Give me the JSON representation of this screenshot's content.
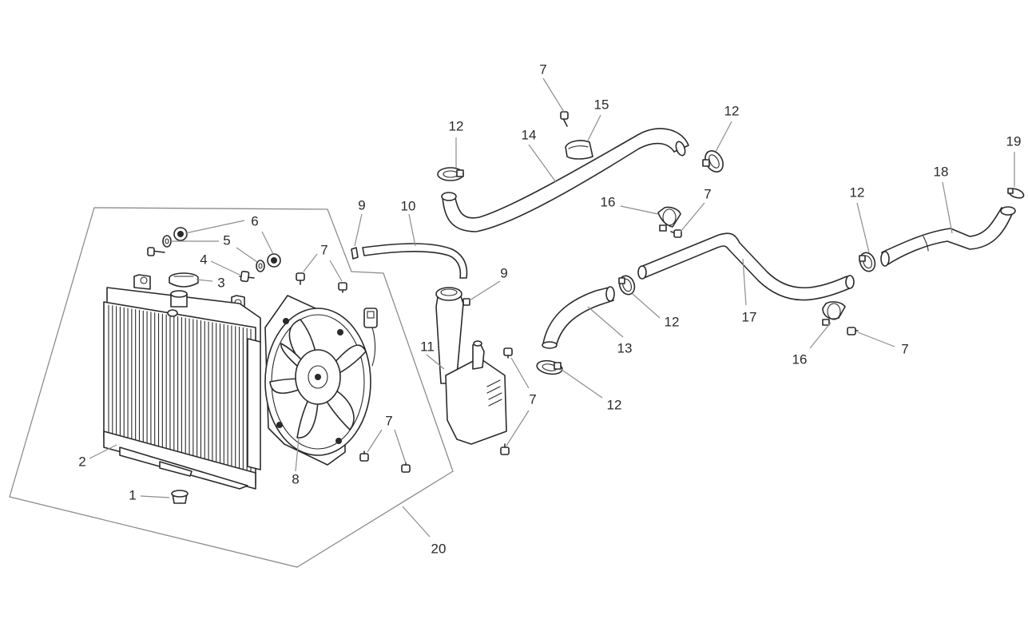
{
  "callouts": {
    "c1": "1",
    "c2": "2",
    "c3": "3",
    "c4": "4",
    "c5": "5",
    "c6": "6",
    "c7a": "7",
    "c7b": "7",
    "c7c": "7",
    "c7d": "7",
    "c7e": "7",
    "c7f": "7",
    "c8": "8",
    "c9a": "9",
    "c9b": "9",
    "c10": "10",
    "c11": "11",
    "c12a": "12",
    "c12b": "12",
    "c12c": "12",
    "c12d": "12",
    "c12e": "12",
    "c13": "13",
    "c14": "14",
    "c15": "15",
    "c16a": "16",
    "c16b": "16",
    "c17": "17",
    "c18": "18",
    "c19": "19",
    "c20": "20"
  },
  "colors": {
    "line": "#2a2a2a",
    "leader": "#8c8c8c",
    "background": "#ffffff"
  }
}
